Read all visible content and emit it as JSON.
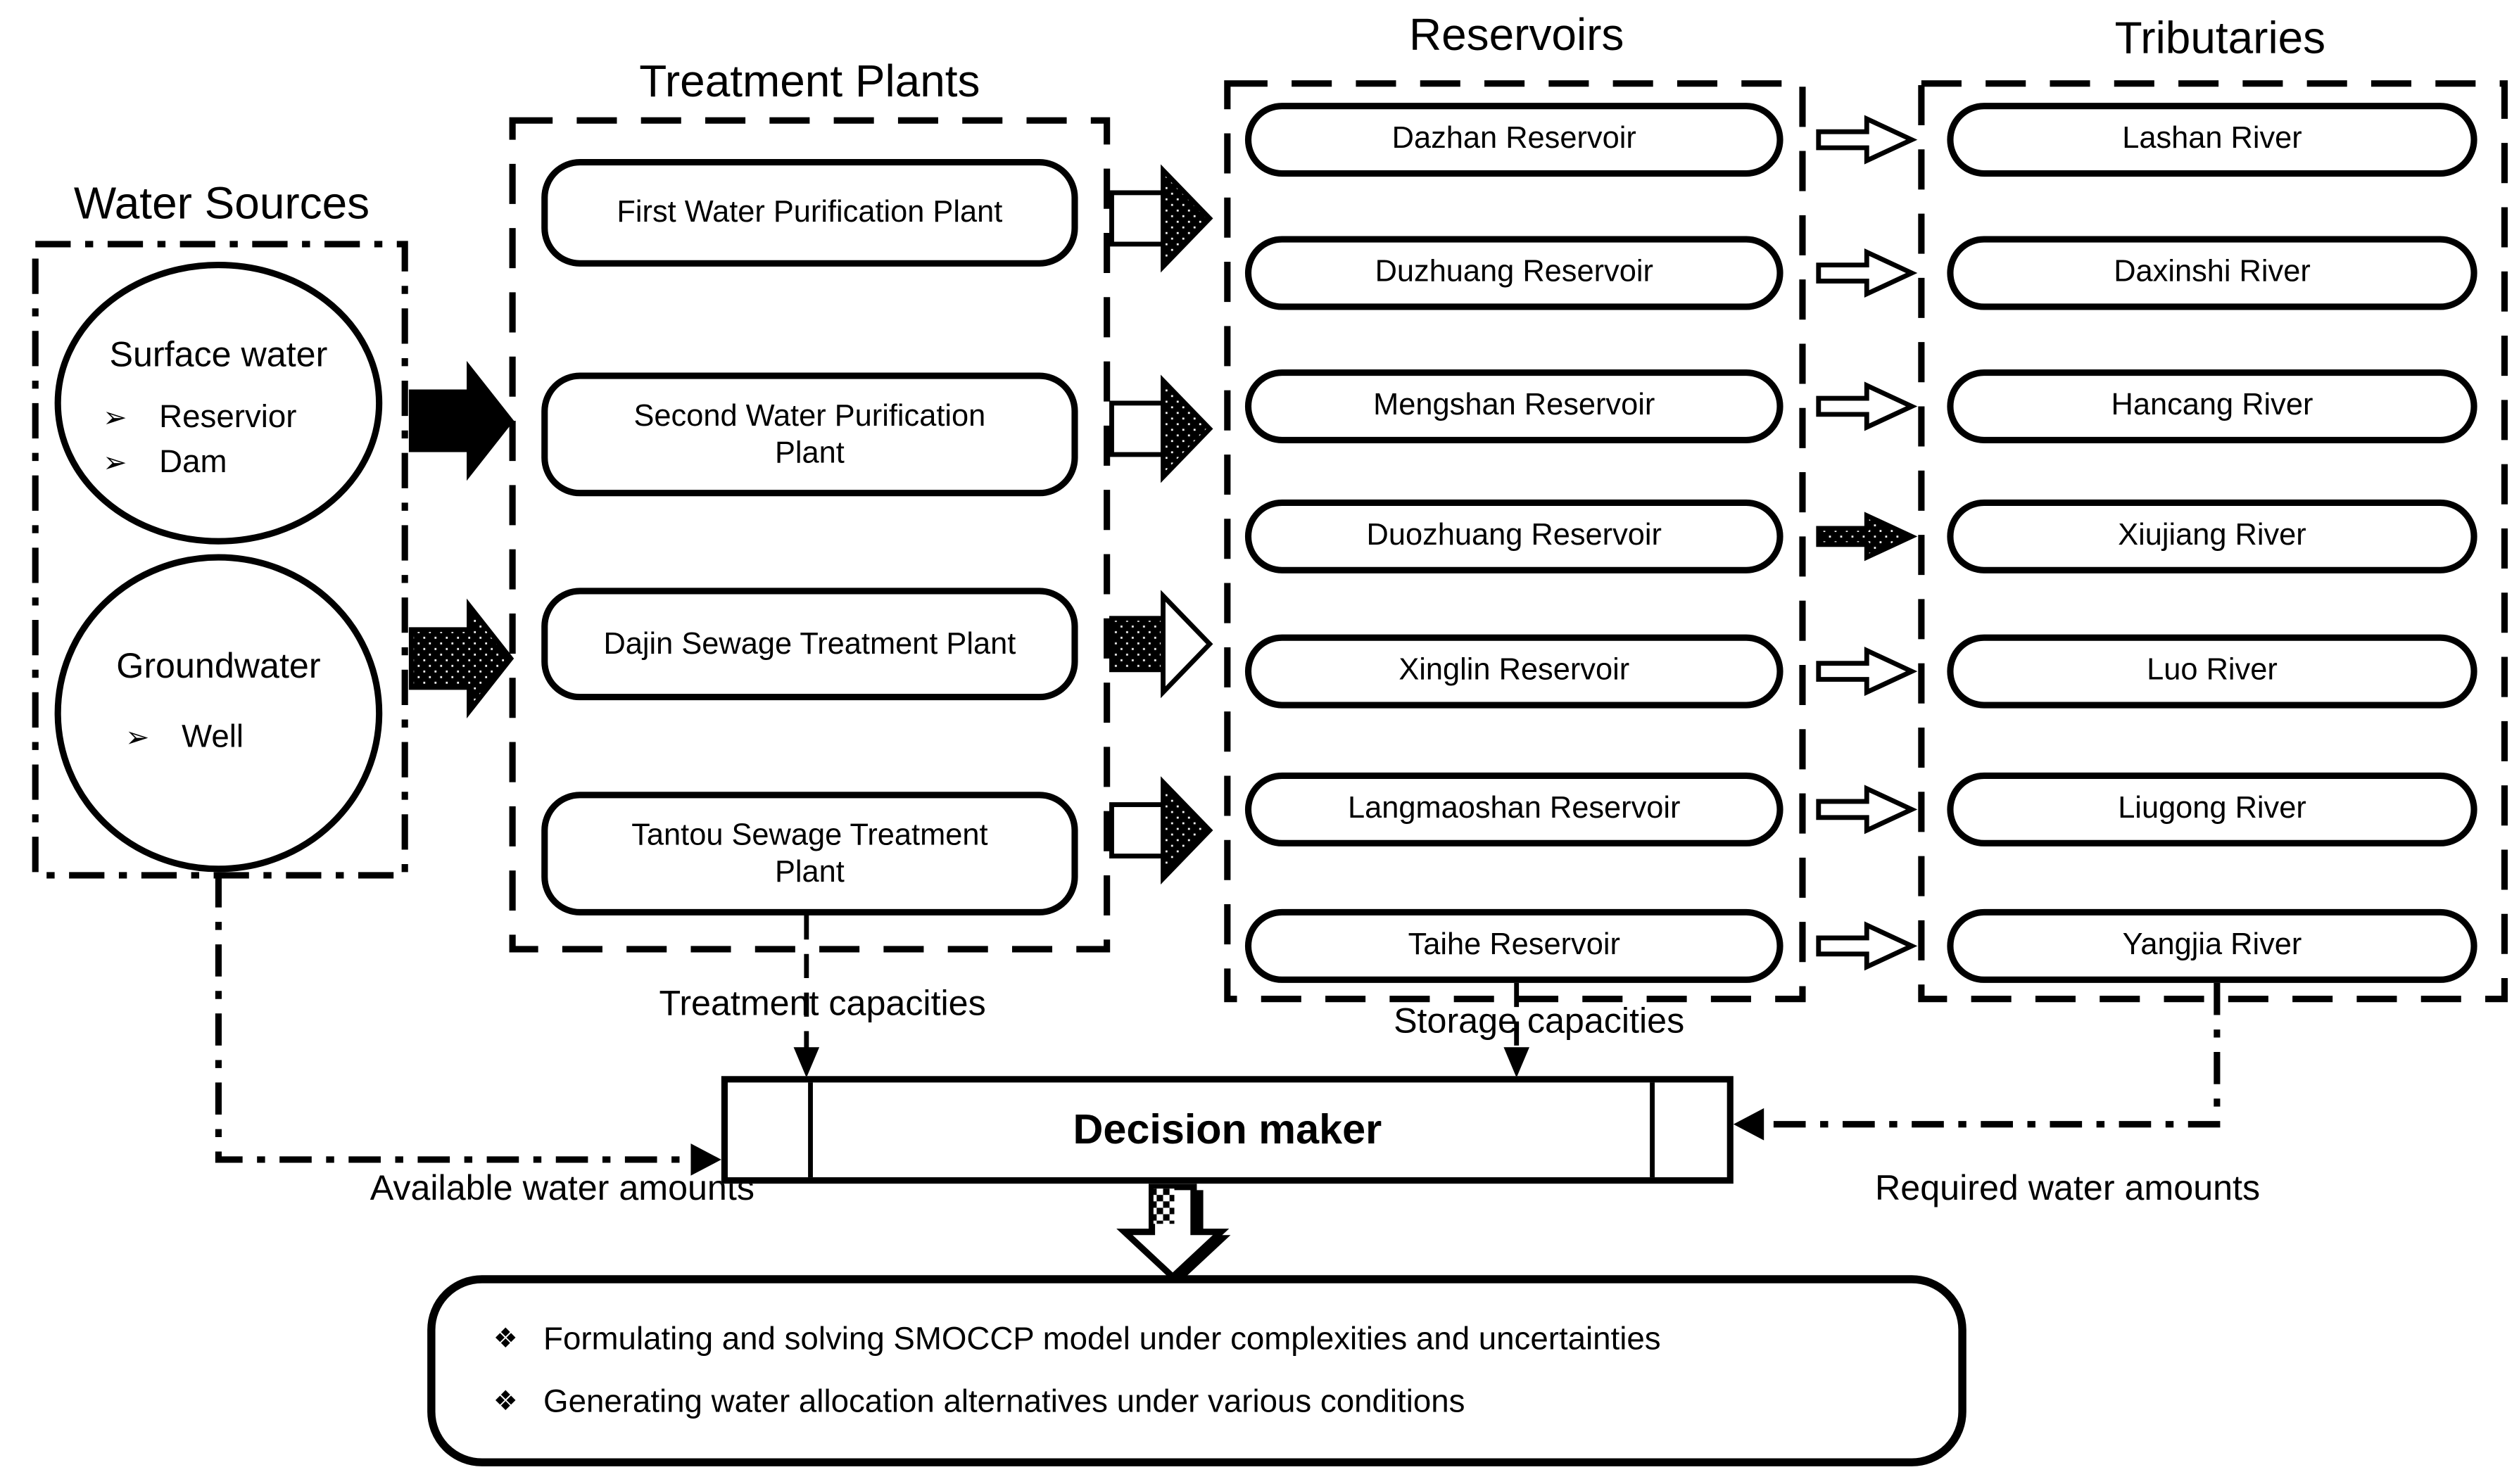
{
  "colors": {
    "ink": "#000000",
    "paper": "#ffffff"
  },
  "glyphs": {
    "list_bullet": "➢",
    "outcome_bullet": "❖"
  },
  "sources": {
    "title": "Water Sources",
    "surface": {
      "title": "Surface water",
      "items": [
        "Reservior",
        "Dam"
      ]
    },
    "ground": {
      "title": "Groundwater",
      "items": [
        "Well"
      ]
    }
  },
  "plants": {
    "title": "Treatment Plants",
    "items": [
      "First Water Purification Plant",
      "Second Water Purification Plant",
      "Dajin Sewage Treatment Plant",
      "Tantou Sewage Treatment Plant"
    ]
  },
  "reservoirs": {
    "title": "Reservoirs",
    "items": [
      "Dazhan Reservoir",
      "Duzhuang Reservoir",
      "Mengshan Reservoir",
      "Duozhuang Reservoir",
      "Xinglin Reservoir",
      "Langmaoshan Reservoir",
      "Taihe Reservoir"
    ]
  },
  "tributaries": {
    "title": "Tributaries",
    "items": [
      "Lashan River",
      "Daxinshi River",
      "Hancang River",
      "Xiujiang River",
      "Luo River",
      "Liugong River",
      "Yangjia River"
    ]
  },
  "decision": {
    "label": "Decision maker"
  },
  "flow_labels": {
    "treatment": "Treatment capacities",
    "storage": "Storage capacities",
    "available": "Available water amounts",
    "required": "Required water amounts"
  },
  "outcomes": {
    "items": [
      "Formulating and solving SMOCCP model under complexities and uncertainties",
      "Generating water allocation alternatives under various conditions"
    ]
  }
}
